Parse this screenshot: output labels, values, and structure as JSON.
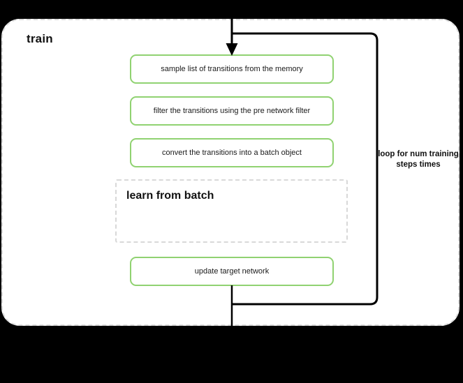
{
  "diagram": {
    "background_color": "#000000",
    "container": {
      "title": "train",
      "border_style": "dashed",
      "border_color": "#dcdcdc",
      "fill_color": "#ffffff"
    },
    "accent_color": "#90d271",
    "steps": [
      {
        "id": "sample-transitions",
        "label": "sample list of transitions from the memory"
      },
      {
        "id": "filter-transitions",
        "label": "filter the transitions using the pre network filter"
      },
      {
        "id": "convert-batch",
        "label": "convert the transitions into a batch object"
      },
      {
        "id": "update-target-network",
        "label": "update target network"
      }
    ],
    "sub_block": {
      "id": "learn-from-batch",
      "label": "learn from batch",
      "border_style": "dashed",
      "border_color": "#d8d8d8"
    },
    "loop": {
      "label": "loop for num training steps times",
      "line_color": "#000000"
    }
  }
}
